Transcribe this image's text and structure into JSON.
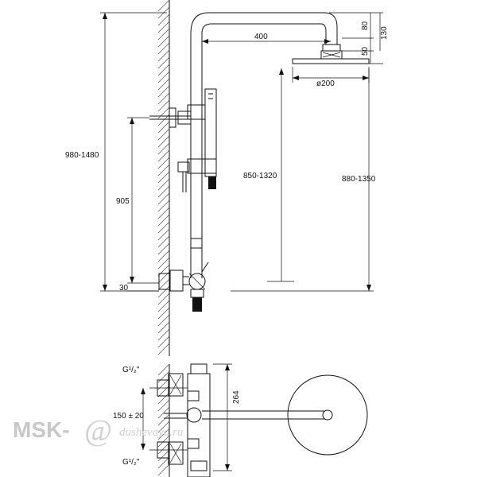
{
  "dimensions": {
    "head_arm_length": "400",
    "top_80": "80",
    "top_130": "130",
    "top_50": "50",
    "head_diameter": "ø200",
    "total_height": "980-1480",
    "slide_height": "905",
    "inlet_offset": "30",
    "head_height_a": "850-1320",
    "head_height_b": "880-1350",
    "inlet_thread_top": "G¹/₂\"",
    "inlet_spacing": "150 ± 20",
    "inlet_thread_bottom": "G¹/₂\"",
    "mixer_height": "264"
  },
  "watermark": {
    "brand": "MSK-",
    "at": "@",
    "domain": "dushevaya.ru"
  }
}
